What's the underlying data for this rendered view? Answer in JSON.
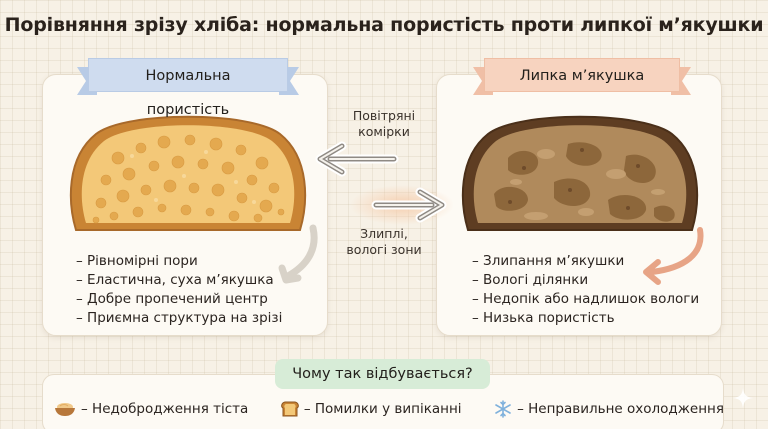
{
  "title": "Порівняння зрізу хліба: нормальна пористість проти липкої м’якушки",
  "left_panel": {
    "heading": "Нормальна пористість",
    "items": [
      "– Рівномірні пори",
      "– Еластична, суха м’якушка",
      "– Добре пропечений центр",
      "– Приємна структура на зрізі"
    ]
  },
  "right_panel": {
    "heading": "Липка м’якушка",
    "items": [
      "– Злипання м’якушки",
      "– Вологі ділянки",
      "– Недопік або надлишок вологи",
      "– Низька пористість"
    ]
  },
  "middle": {
    "top_label_line1": "Повітряні",
    "top_label_line2": "комірки",
    "bottom_label_line1": "Злиплі,",
    "bottom_label_line2": "вологі зони"
  },
  "bottom": {
    "question": "Чому так відбувається?",
    "causes": [
      {
        "icon": "bowl-icon",
        "label": "– Недобродження тіста"
      },
      {
        "icon": "bread-icon",
        "label": "– Помилки у випіканні"
      },
      {
        "icon": "snowflake-icon",
        "label": "– Неправильне охолодження"
      }
    ]
  },
  "colors": {
    "normal_crust": "#c98434",
    "normal_crumb": "#f3c878",
    "sticky_crust": "#5e3d22",
    "sticky_crumb": "#b08a5c",
    "blue_ribbon": "#cfdcef",
    "peach_ribbon": "#f7d3bf",
    "question_bg": "#d7ecd7"
  }
}
